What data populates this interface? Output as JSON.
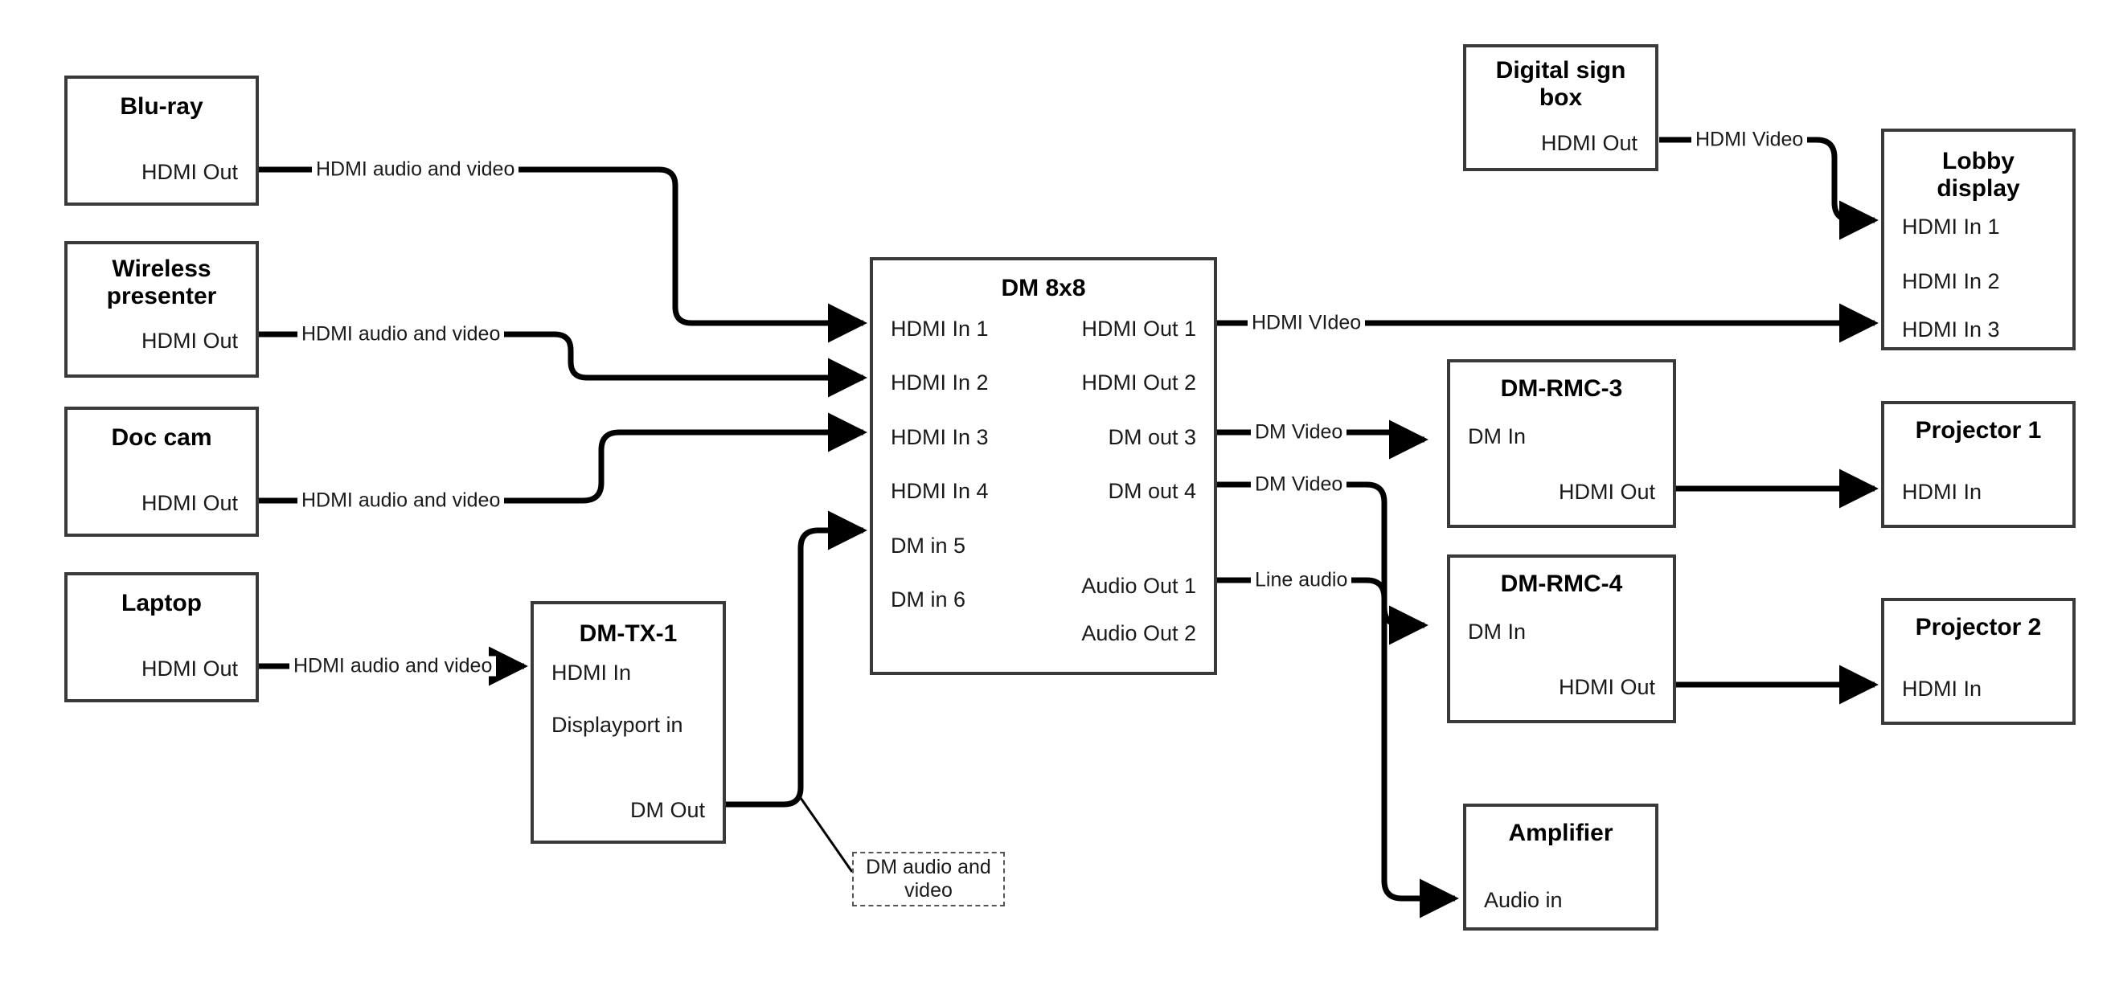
{
  "diagram": {
    "title": "AV signal flow",
    "stroke_color": "#3a3a3a",
    "wire_color": "#000000",
    "background": "#ffffff"
  },
  "nodes": [
    {
      "id": "blu-ray",
      "title": "Blu-ray",
      "ports_right": [
        "HDMI Out"
      ],
      "ports_left": []
    },
    {
      "id": "wireless-presenter",
      "title": "Wireless presenter",
      "ports_right": [
        "HDMI Out"
      ],
      "ports_left": []
    },
    {
      "id": "doc-cam",
      "title": "Doc cam",
      "ports_right": [
        "HDMI Out"
      ],
      "ports_left": []
    },
    {
      "id": "laptop",
      "title": "Laptop",
      "ports_right": [
        "HDMI Out"
      ],
      "ports_left": []
    },
    {
      "id": "dm-tx-1",
      "title": "DM-TX-1",
      "ports_left": [
        "HDMI In",
        "Displayport in"
      ],
      "ports_right": [
        "DM Out"
      ]
    },
    {
      "id": "dm-8x8",
      "title": "DM 8x8",
      "ports_left": [
        "HDMI In 1",
        "HDMI In 2",
        "HDMI In 3",
        "HDMI In 4",
        "DM in 5",
        "DM in 6"
      ],
      "ports_right": [
        "HDMI Out 1",
        "HDMI Out 2",
        "DM out 3",
        "DM out 4",
        "Audio Out 1",
        "Audio Out 2"
      ]
    },
    {
      "id": "digital-sign-box",
      "title": "Digital sign box",
      "ports_right": [
        "HDMI Out"
      ],
      "ports_left": []
    },
    {
      "id": "lobby-display",
      "title": "Lobby display",
      "ports_left": [
        "HDMI In 1",
        "HDMI In 2",
        "HDMI In 3"
      ],
      "ports_right": []
    },
    {
      "id": "dm-rmc-3",
      "title": "DM-RMC-3",
      "ports_left": [
        "DM In"
      ],
      "ports_right": [
        "HDMI Out"
      ]
    },
    {
      "id": "dm-rmc-4",
      "title": "DM-RMC-4",
      "ports_left": [
        "DM In"
      ],
      "ports_right": [
        "HDMI Out"
      ]
    },
    {
      "id": "projector-1",
      "title": "Projector 1",
      "ports_left": [
        "HDMI In"
      ],
      "ports_right": []
    },
    {
      "id": "projector-2",
      "title": "Projector 2",
      "ports_left": [
        "HDMI In"
      ],
      "ports_right": []
    },
    {
      "id": "amplifier",
      "title": "Amplifier",
      "ports_left": [
        "Audio in"
      ],
      "ports_right": []
    }
  ],
  "node_titles": {
    "blu_ray": "Blu-ray",
    "wireless_presenter_l1": "Wireless",
    "wireless_presenter_l2": "presenter",
    "doc_cam": "Doc cam",
    "laptop": "Laptop",
    "dm_tx_1": "DM-TX-1",
    "dm_8x8": "DM 8x8",
    "digital_sign_l1": "Digital sign",
    "digital_sign_l2": "box",
    "lobby_display_l1": "Lobby",
    "lobby_display_l2": "display",
    "dm_rmc_3": "DM-RMC-3",
    "dm_rmc_4": "DM-RMC-4",
    "projector_1": "Projector 1",
    "projector_2": "Projector 2",
    "amplifier": "Amplifier"
  },
  "ports": {
    "hdmi_out": "HDMI Out",
    "hdmi_in": "HDMI In",
    "displayport_in": "Displayport in",
    "dm_out": "DM Out",
    "dm_in": "DM In",
    "audio_in": "Audio in",
    "dm_in_1": "HDMI In 1",
    "dm_in_2": "HDMI In 2",
    "dm_in_3": "HDMI In 3",
    "dm_in_4": "HDMI In 4",
    "dm_in_5": "DM in 5",
    "dm_in_6": "DM in 6",
    "dm_out_1": "HDMI Out 1",
    "dm_out_2": "HDMI Out 2",
    "dm_out_3": "DM out 3",
    "dm_out_4": "DM out 4",
    "dm_audio_out_1": "Audio Out 1",
    "dm_audio_out_2": "Audio Out 2",
    "lobby_in_1": "HDMI In 1",
    "lobby_in_2": "HDMI In 2",
    "lobby_in_3": "HDMI In 3"
  },
  "wire_labels": {
    "blu_ray_to_dm": "HDMI audio and video",
    "wireless_to_dm": "HDMI audio and video",
    "doc_cam_to_dm": "HDMI audio and video",
    "laptop_to_tx": "HDMI audio and video",
    "dm_out1_to_lobby": "HDMI VIdeo",
    "dm_out3_to_rmc3": "DM Video",
    "dm_out4_to_rmc4": "DM Video",
    "dm_audio_to_amp": "Line audio",
    "sign_to_lobby": "HDMI Video"
  },
  "notes": {
    "dm_audio_video_l1": "DM audio and",
    "dm_audio_video_l2": "video"
  },
  "connections": [
    {
      "from": "blu-ray.HDMI Out",
      "to": "dm-8x8.HDMI In 1",
      "label": "HDMI audio and video"
    },
    {
      "from": "wireless-presenter.HDMI Out",
      "to": "dm-8x8.HDMI In 2",
      "label": "HDMI audio and video"
    },
    {
      "from": "doc-cam.HDMI Out",
      "to": "dm-8x8.HDMI In 3",
      "label": "HDMI audio and video"
    },
    {
      "from": "laptop.HDMI Out",
      "to": "dm-tx-1.HDMI In",
      "label": "HDMI audio and video"
    },
    {
      "from": "dm-tx-1.DM Out",
      "to": "dm-8x8.DM in 5",
      "label": "DM audio and video"
    },
    {
      "from": "dm-8x8.HDMI Out 1",
      "to": "lobby-display.HDMI In 3",
      "label": "HDMI VIdeo"
    },
    {
      "from": "dm-8x8.DM out 3",
      "to": "dm-rmc-3.DM In",
      "label": "DM Video"
    },
    {
      "from": "dm-8x8.DM out 4",
      "to": "dm-rmc-4.DM In",
      "label": "DM Video"
    },
    {
      "from": "dm-8x8.Audio Out 1",
      "to": "amplifier.Audio in",
      "label": "Line audio"
    },
    {
      "from": "digital-sign-box.HDMI Out",
      "to": "lobby-display.HDMI In 1",
      "label": "HDMI Video"
    },
    {
      "from": "dm-rmc-3.HDMI Out",
      "to": "projector-1.HDMI In",
      "label": ""
    },
    {
      "from": "dm-rmc-4.HDMI Out",
      "to": "projector-2.HDMI In",
      "label": ""
    }
  ]
}
